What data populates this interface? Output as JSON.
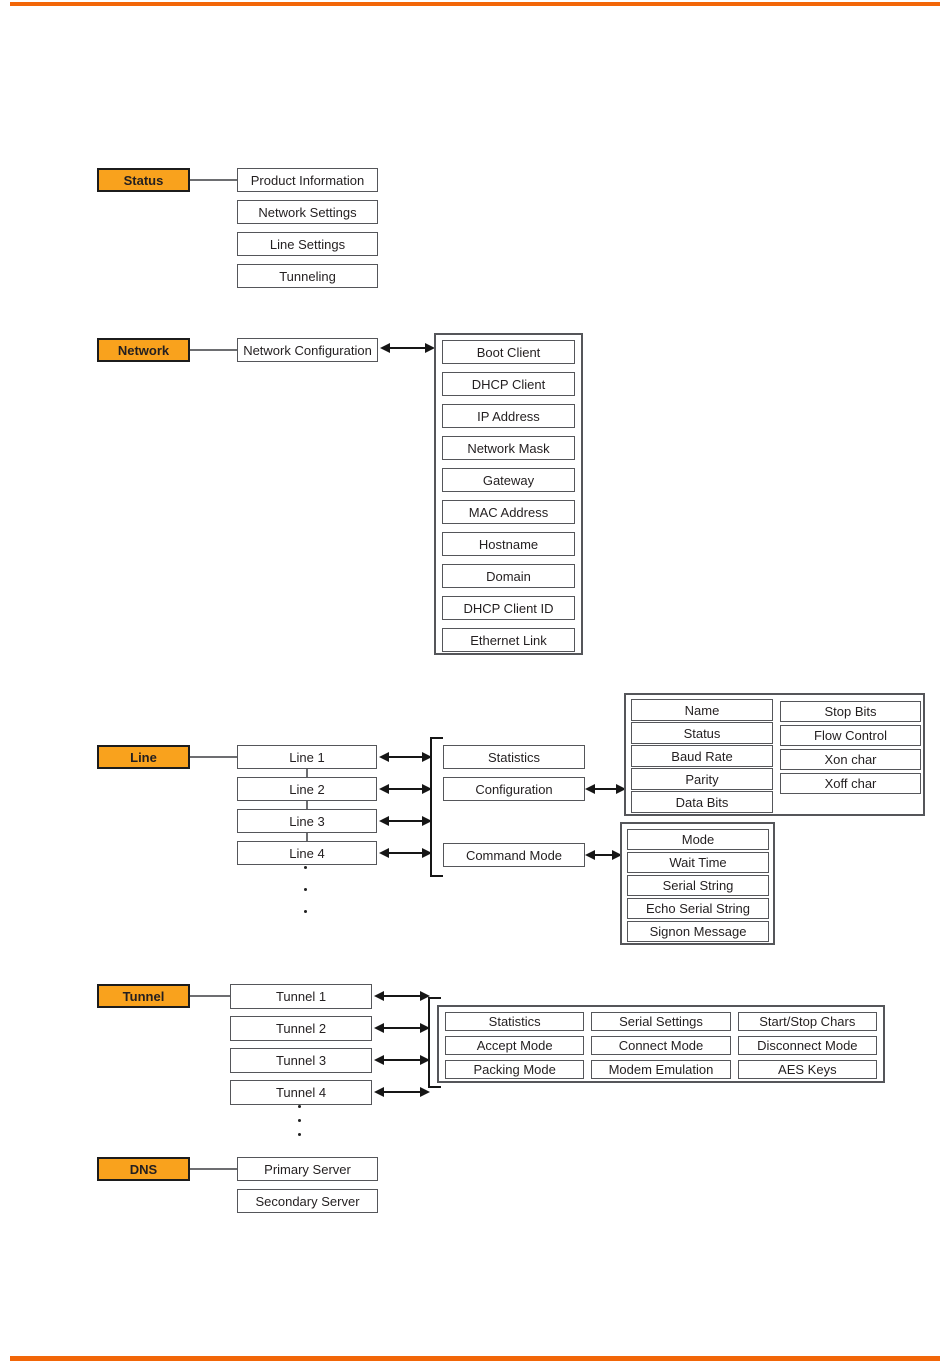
{
  "figure": {
    "type": "web-manager-menu-tree",
    "colors": {
      "accent_orange": "#f9a21d",
      "bar_orange": "#f26608"
    }
  },
  "status": {
    "label": "Status",
    "items": [
      "Product Information",
      "Network Settings",
      "Line Settings",
      "Tunneling"
    ]
  },
  "network": {
    "label": "Network",
    "node": "Network Configuration",
    "items": [
      "Boot Client",
      "DHCP Client",
      "IP Address",
      "Network Mask",
      "Gateway",
      "MAC Address",
      "Hostname",
      "Domain",
      "DHCP Client ID",
      "Ethernet Link"
    ]
  },
  "line": {
    "label": "Line",
    "nodes": [
      "Line 1",
      "Line 2",
      "Line 3",
      "Line 4"
    ],
    "submenus": [
      "Statistics",
      "Configuration",
      "Command Mode"
    ],
    "configuration": {
      "left": [
        "Name",
        "Status",
        "Baud Rate",
        "Parity",
        "Data Bits"
      ],
      "right": [
        "Stop Bits",
        "Flow Control",
        "Xon char",
        "Xoff char"
      ]
    },
    "command_mode": [
      "Mode",
      "Wait Time",
      "Serial String",
      "Echo Serial String",
      "Signon Message"
    ]
  },
  "tunnel": {
    "label": "Tunnel",
    "nodes": [
      "Tunnel 1",
      "Tunnel 2",
      "Tunnel 3",
      "Tunnel 4"
    ],
    "grid": [
      "Statistics",
      "Serial Settings",
      "Start/Stop Chars",
      "Accept Mode",
      "Connect Mode",
      "Disconnect Mode",
      "Packing Mode",
      "Modem Emulation",
      "AES Keys"
    ]
  },
  "dns": {
    "label": "DNS",
    "items": [
      "Primary Server",
      "Secondary Server"
    ]
  }
}
